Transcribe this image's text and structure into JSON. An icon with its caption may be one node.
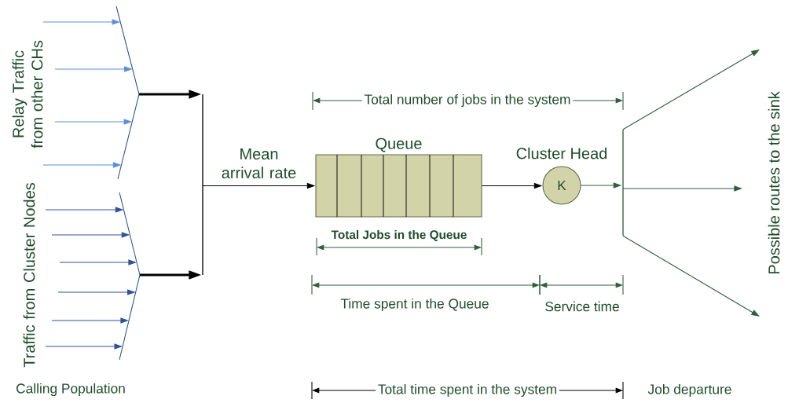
{
  "diagram": {
    "nodes": [
      {
        "text": [],
        "shape": "funnel"
      },
      {
        "text": [],
        "shape": "funnel"
      },
      {
        "text": [],
        "shape": "bar"
      },
      {
        "text": [
          "Queue"
        ]
      },
      {
        "text": [
          "K"
        ],
        "beside": [
          "Cluster Head"
        ]
      },
      {
        "text": [],
        "shape": "bar"
      }
    ],
    "edges": [
      {
        "from": null,
        "to": 0,
        "arrow": "to",
        "color": "#5b8fd6"
      },
      {
        "from": null,
        "to": 0,
        "arrow": "to",
        "color": "#5b8fd6"
      },
      {
        "from": null,
        "to": 0,
        "arrow": "to",
        "color": "#5b8fd6"
      },
      {
        "from": null,
        "to": 0,
        "arrow": "to",
        "color": "#5b8fd6"
      },
      {
        "from": null,
        "to": 1,
        "arrow": "to",
        "color": "#2f5496"
      },
      {
        "from": null,
        "to": 1,
        "arrow": "to",
        "color": "#2f5496"
      },
      {
        "from": null,
        "to": 1,
        "arrow": "to",
        "color": "#2f5496"
      },
      {
        "from": null,
        "to": 1,
        "arrow": "to",
        "color": "#2f5496"
      },
      {
        "from": null,
        "to": 1,
        "arrow": "to",
        "color": "#2f5496"
      },
      {
        "from": null,
        "to": 1,
        "arrow": "to",
        "color": "#2f5496"
      },
      {
        "from": 0,
        "to": 2,
        "arrow": "to",
        "style": "thick",
        "color": "#000000"
      },
      {
        "from": 1,
        "to": 2,
        "arrow": "to",
        "style": "thick",
        "color": "#000000"
      },
      {
        "from": 2,
        "to": 3,
        "arrow": "to",
        "label": "Mean arrival rate",
        "color": "#000000"
      },
      {
        "from": 3,
        "to": 4,
        "arrow": "to",
        "color": "#000000"
      },
      {
        "from": 4,
        "to": 5,
        "arrow": "to",
        "color": "#2e5e3a"
      },
      {
        "from": 5,
        "to": null,
        "arrow": "to",
        "color": "#2e5e3a"
      },
      {
        "from": 5,
        "to": null,
        "arrow": "to",
        "color": "#2e5e3a"
      },
      {
        "from": 5,
        "to": null,
        "arrow": "to",
        "color": "#2e5e3a"
      }
    ],
    "labels": [
      "Relay Traffic from other CHs",
      "Traffic from Cluster Nodes",
      "Total number of jobs in the system",
      "Total Jobs in the Queue",
      "Time spent in the Queue",
      "Service time",
      "Calling Population",
      "Total time spent in the system",
      "Job departure",
      "Possible routes to the sink"
    ]
  }
}
